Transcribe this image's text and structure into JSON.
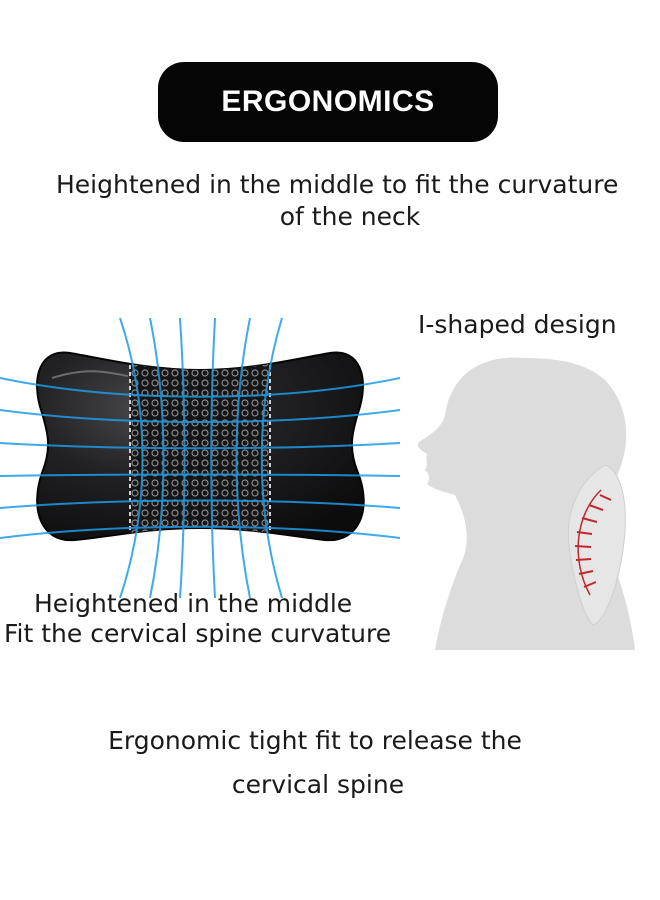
{
  "header": {
    "title": "ERGONOMICS"
  },
  "intro": {
    "line1": "Heightened in the middle to fit the curvature",
    "line2": "of the neck"
  },
  "pillow_caption": {
    "line1": "Heightened in the middle",
    "line2": "Fit the cervical spine curvature"
  },
  "profile_caption": "I-shaped design",
  "footer": {
    "line1": "Ergonomic tight fit to release the",
    "line2": "cervical spine"
  },
  "colors": {
    "badge_bg": "#050505",
    "badge_text": "#ffffff",
    "pillow_leather": "#1b1b1d",
    "airflow_lines": "#1e9be6",
    "silhouette": "#dcdcdc",
    "spine_arrows": "#c0282c"
  },
  "icons": {
    "pillow": "neck-pillow-image",
    "silhouette": "head-profile-silhouette",
    "spine": "spine-curve-arrows"
  }
}
